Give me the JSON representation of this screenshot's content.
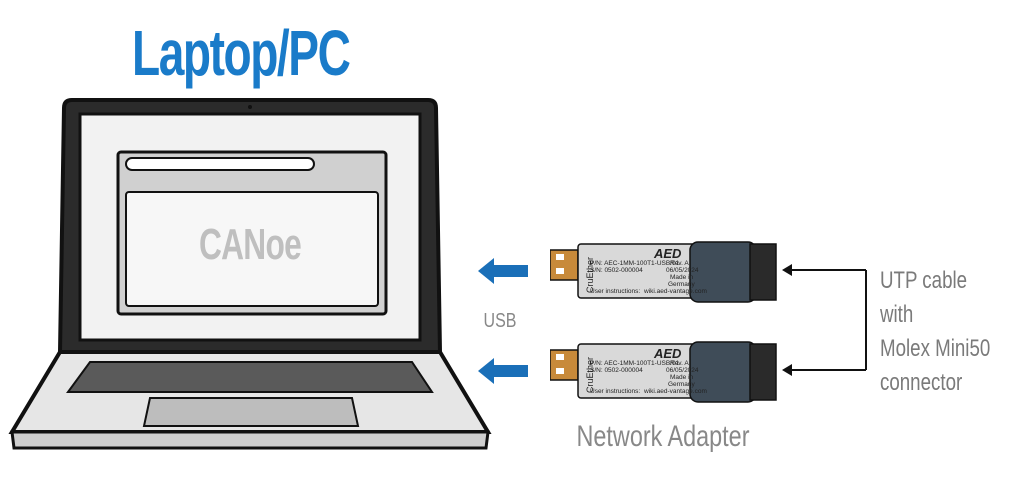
{
  "title": "Laptop/PC",
  "colors": {
    "title": "#1a7bc9",
    "arrow": "#1a6fb8",
    "label": "#888888",
    "cable_label": "#7a7a7a"
  },
  "laptop": {
    "screen_app": "CANoe"
  },
  "usb_label": "USB",
  "network_adapter_label": "Network Adapter",
  "cable_label": {
    "line1": "UTP cable with",
    "line2": "Molex Mini50",
    "line3": "connector"
  },
  "adapters": [
    {
      "brand": "CruEther",
      "logo": "AED",
      "pn": "P/N: AEC-1MM-100T1-USB/01",
      "rev": "Rev. A",
      "sn": "S/N: 0502-000004",
      "date": "06/05/2024",
      "made_in": "Made in",
      "country": "Germany",
      "instructions": "User instructions:",
      "url": "wiki.aed-vantage.com"
    },
    {
      "brand": "CruEther",
      "logo": "AED",
      "pn": "P/N: AEC-1MM-100T1-USB/01",
      "rev": "Rev. A",
      "sn": "S/N: 0502-000004",
      "date": "06/05/2024",
      "made_in": "Made in",
      "country": "Germany",
      "instructions": "User instructions:",
      "url": "wiki.aed-vantage.com"
    }
  ]
}
